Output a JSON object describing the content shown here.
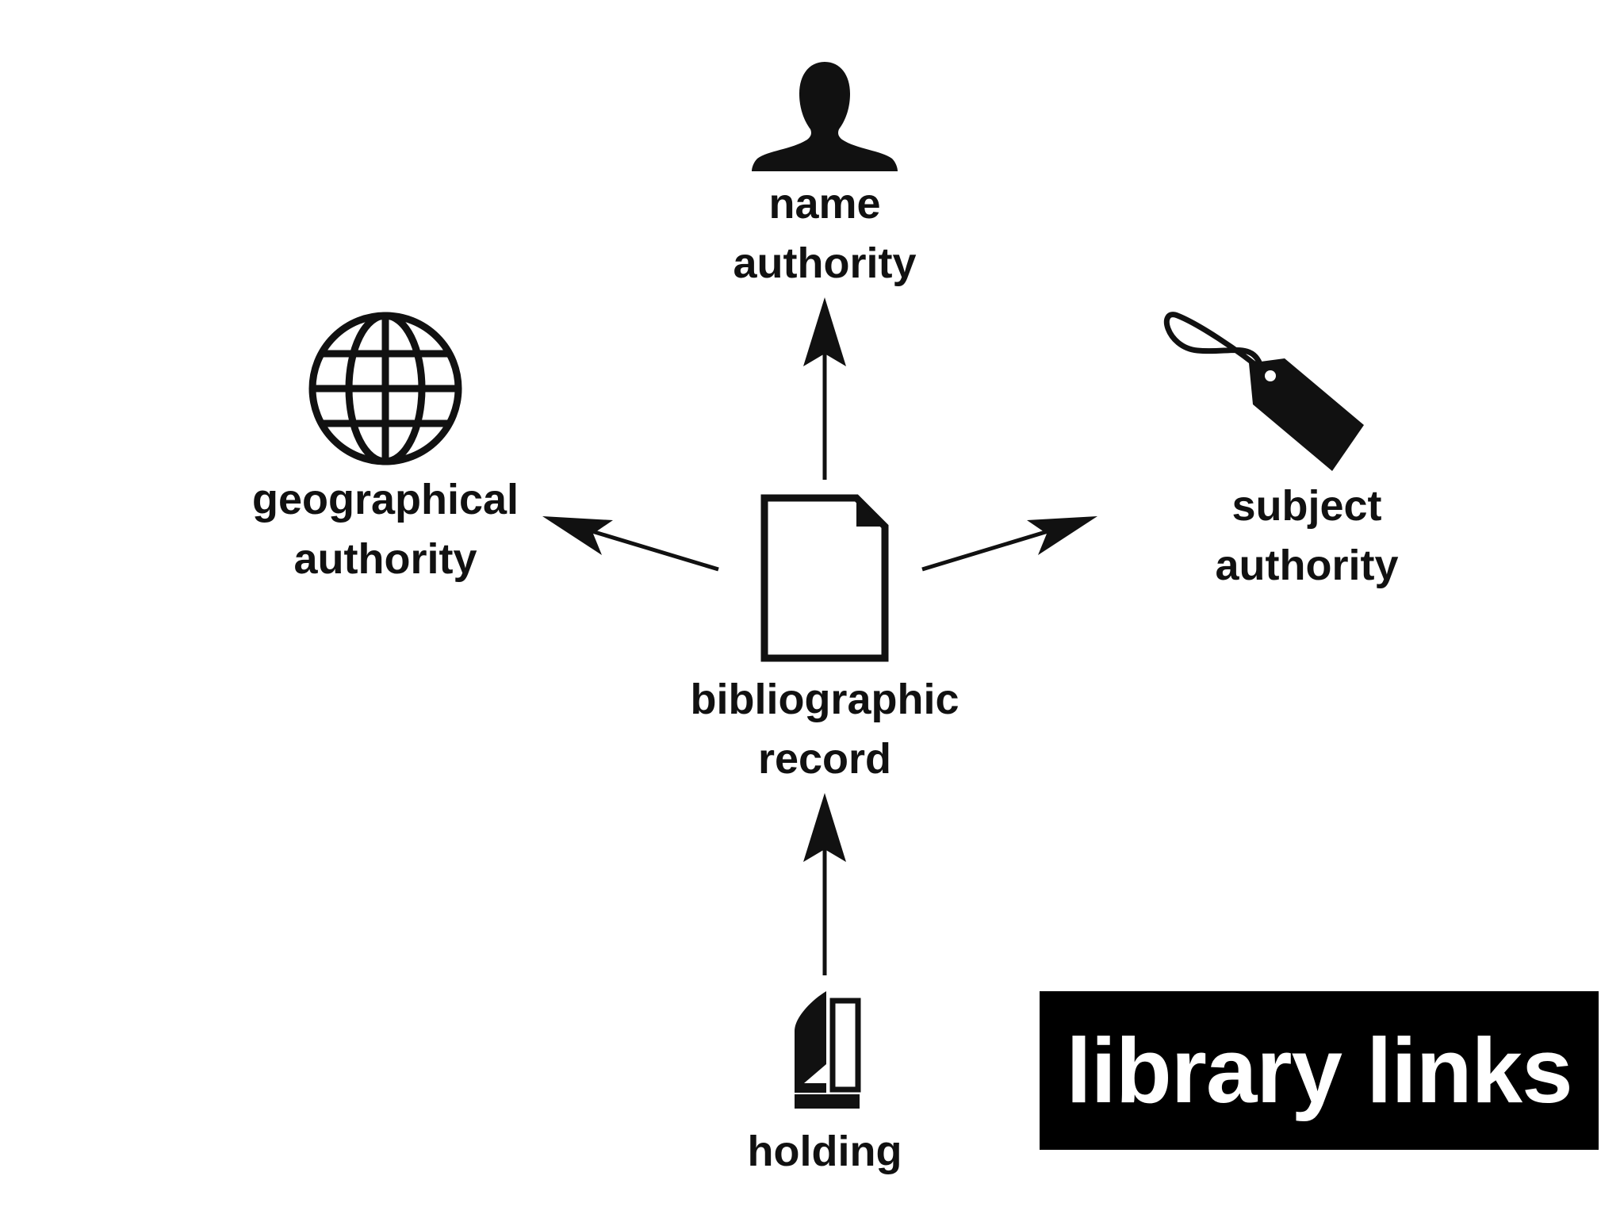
{
  "nodes": {
    "name_authority": {
      "line1": "name",
      "line2": "authority",
      "icon": "person-icon"
    },
    "geographical_authority": {
      "line1": "geographical",
      "line2": "authority",
      "icon": "globe-icon"
    },
    "subject_authority": {
      "line1": "subject",
      "line2": "authority",
      "icon": "tag-icon"
    },
    "bibliographic_record": {
      "line1": "bibliographic",
      "line2": "record",
      "icon": "document-icon"
    },
    "holding": {
      "line1": "holding",
      "icon": "book-icon"
    }
  },
  "banner": {
    "text": "library links"
  },
  "colors": {
    "ink": "#111111",
    "background": "#ffffff",
    "banner_background": "#000000",
    "banner_text": "#ffffff"
  }
}
